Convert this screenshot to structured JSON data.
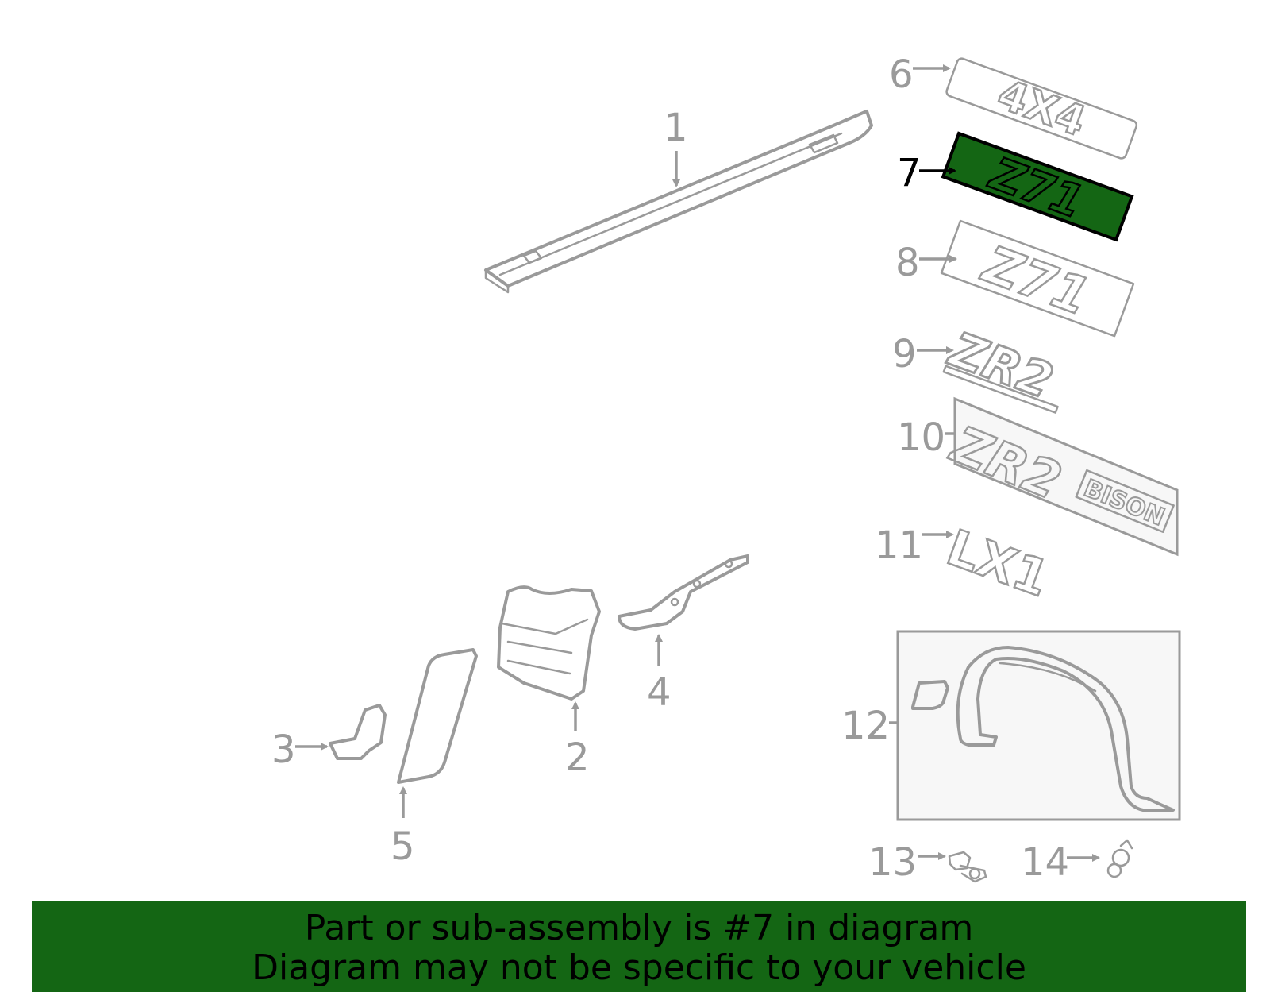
{
  "callouts": [
    "1",
    "2",
    "3",
    "4",
    "5",
    "6",
    "7",
    "8",
    "9",
    "10",
    "11",
    "12",
    "13",
    "14"
  ],
  "selected_callout": "7",
  "badges": {
    "p6": "4X4",
    "p7": "Z71",
    "p8": "Z71",
    "p9": "ZR2",
    "p10": "ZR2",
    "p10_sub": "BISON",
    "p11": "LX1"
  },
  "banner": {
    "line1": "Part or sub-assembly is #7 in diagram",
    "line2": "Diagram may not be specific to your vehicle"
  },
  "colors": {
    "highlight": "#146614",
    "part_stroke": "#9a9a9a",
    "banner_bg": "#146614"
  }
}
